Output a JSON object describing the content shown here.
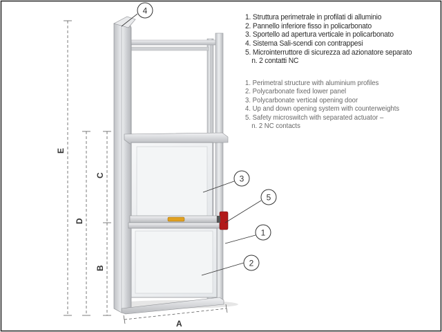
{
  "legend_it": [
    "1. Struttura perimetrale in profilati di alluminio",
    "2. Pannello inferiore fisso in policarbonato",
    "3. Sportello ad apertura verticale in policarbonato",
    "4. Sistema Sali-scendi con contrappesi",
    "5. Microinterruttore di sicurezza ad azionatore separato",
    "n. 2 contatti NC"
  ],
  "legend_en": [
    "1. Perimetral structure with aluminium profiles",
    "2. Polycarbonate fixed lower panel",
    "3. Polycarbonate vertical opening door",
    "4. Up and down opening system with counterweights",
    "5. Safety microswitch with separated actuator –",
    "n. 2 NC contacts"
  ],
  "callouts": {
    "c1": "1",
    "c2": "2",
    "c3": "3",
    "c4": "4",
    "c5": "5"
  },
  "dimensions": {
    "a": "A",
    "b": "B",
    "c": "C",
    "d": "D",
    "e": "E"
  },
  "colors": {
    "frame": "#d9dadd",
    "frame_shadow": "#a9abb0",
    "glass": "#eef0f2",
    "switch": "#b21a1a",
    "handle": "#e0a020",
    "border": "#222222"
  }
}
